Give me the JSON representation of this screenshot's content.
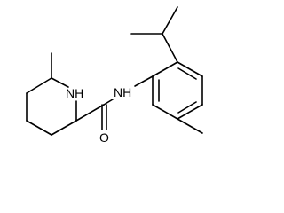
{
  "molecule": {
    "atoms": {
      "ring_nh": "NH",
      "amide_nh": "NH",
      "carbonyl_o": "O"
    }
  },
  "colors": {
    "bond": "#000000",
    "label": "#000000",
    "background": "#ffffff"
  }
}
